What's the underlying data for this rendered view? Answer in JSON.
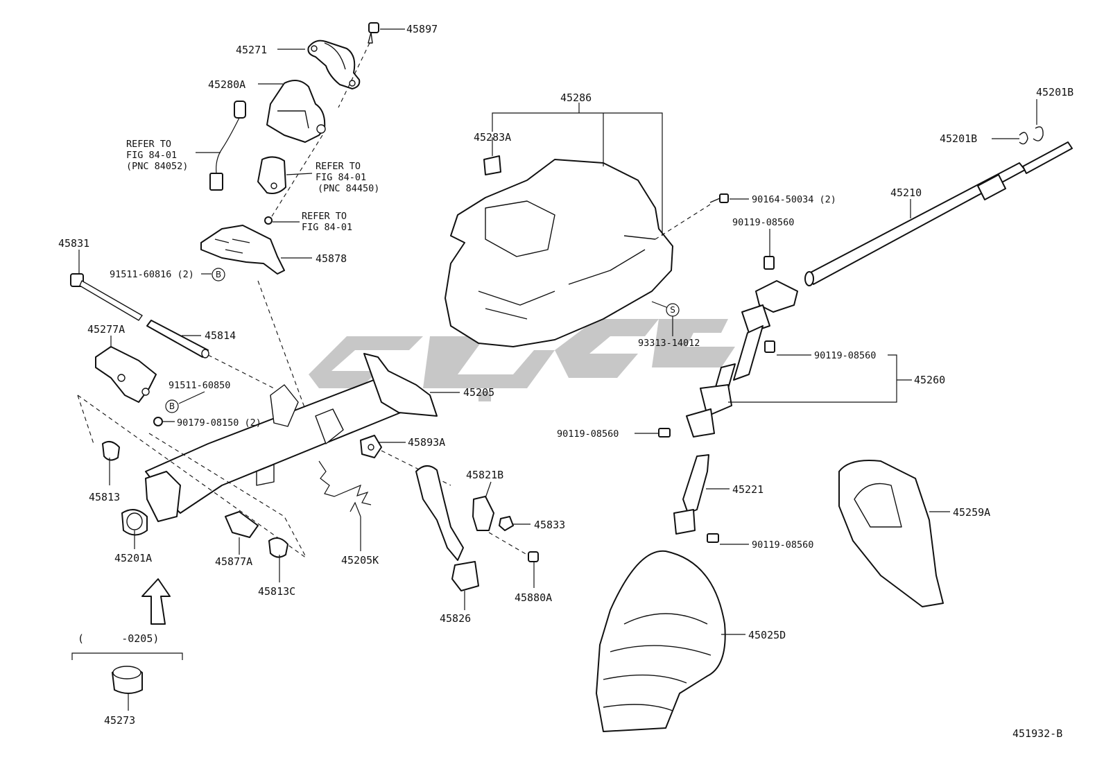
{
  "labels": {
    "p45897": "45897",
    "p45271": "45271",
    "p45280a": "45280A",
    "refer1_l1": "REFER TO",
    "refer1_l2": "FIG 84-01",
    "refer1_l3": "(PNC 84052)",
    "refer2_l1": "REFER TO",
    "refer2_l2": "FIG 84-01",
    "refer2_l3": "(PNC 84450)",
    "refer3_l1": "REFER TO",
    "refer3_l2": "FIG 84-01",
    "p45286": "45286",
    "p45283a": "45283A",
    "p45201b_top": "45201B",
    "p45201b_left": "45201B",
    "p90164": "90164-50034 (2)",
    "p45210": "45210",
    "p90119_a": "90119-08560",
    "p45831": "45831",
    "p45878": "45878",
    "p91511_60816": "91511-60816 (2)",
    "p45814": "45814",
    "p45277a": "45277A",
    "p91511_60850": "91511-60850",
    "p90179": "90179-08150 (2)",
    "p45205": "45205",
    "p93313": "93313-14012",
    "p90119_b": "90119-08560",
    "p45260": "45260",
    "p90119_c": "90119-08560",
    "p45893a": "45893A",
    "p45813": "45813",
    "p45821b": "45821B",
    "p45221": "45221",
    "p45259a": "45259A",
    "p45833": "45833",
    "p45201a": "45201A",
    "p45877a": "45877A",
    "p45205k": "45205K",
    "p90119_d": "90119-08560",
    "p45880a": "45880A",
    "p45813c": "45813C",
    "p45826": "45826",
    "p45025d": "45025D",
    "date_range": "(      -0205)",
    "p45273": "45273",
    "figure_code": "451932-B"
  },
  "circled": {
    "b1": "B",
    "b2": "B",
    "s1": "S"
  }
}
